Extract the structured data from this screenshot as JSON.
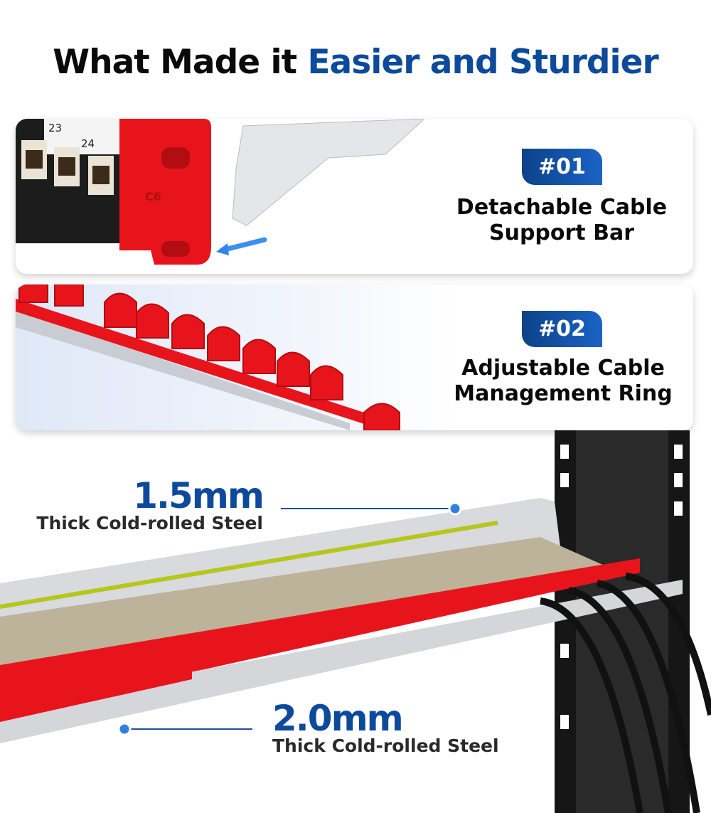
{
  "header": {
    "title_plain": "What Made it ",
    "title_accent": "Easier and Sturdier"
  },
  "features": [
    {
      "badge": "#01",
      "line1": "Detachable Cable",
      "line2": "Support Bar"
    },
    {
      "badge": "#02",
      "line1": "Adjustable Cable",
      "line2": "Management Ring"
    }
  ],
  "panel_labels": {
    "port_a": "23",
    "port_b": "24",
    "bracket_mark": "C6"
  },
  "specs": [
    {
      "value": "1.5mm",
      "desc": "Thick Cold-rolled Steel"
    },
    {
      "value": "2.0mm",
      "desc": "Thick Cold-rolled Steel"
    }
  ],
  "colors": {
    "accent": "#0e4a9c",
    "red": "#e8141c",
    "rack": "#1a1a1a"
  }
}
